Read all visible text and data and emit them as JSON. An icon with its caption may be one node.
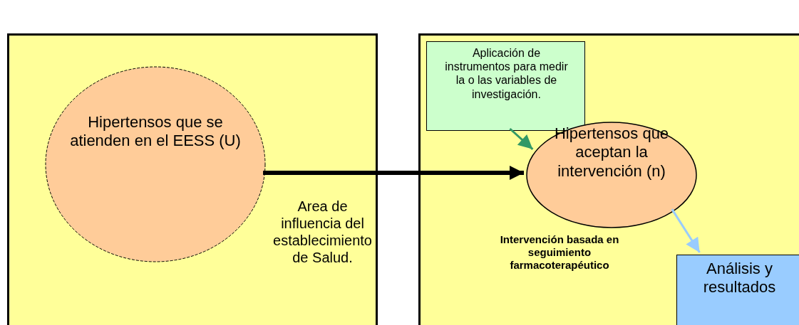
{
  "diagram": {
    "nodes": [
      {
        "text": [
          "Area de influencia del establecimiento de Salud."
        ]
      },
      {
        "text": [
          "Hipertensos que se atienden en el EESS (U)"
        ],
        "in": 0
      },
      {
        "text": [
          "Intervención basada en seguimiento farmacoterapéutico"
        ]
      },
      {
        "text": [
          "Aplicación de instrumentos para medir la o las variables de investigación."
        ],
        "in": 2
      },
      {
        "text": [
          "Hipertensos que aceptan la intervención (n)"
        ],
        "in": 2
      },
      {
        "text": [
          "Análisis y resultados"
        ],
        "in": 2
      }
    ],
    "edges": [
      {
        "from": 1,
        "to": 4,
        "arrow": "to",
        "style": "thick"
      },
      {
        "from": 3,
        "to": 4,
        "arrow": "to",
        "color": "#339966"
      },
      {
        "from": 4,
        "to": 5,
        "arrow": "to",
        "color": "#99ccff"
      }
    ]
  }
}
